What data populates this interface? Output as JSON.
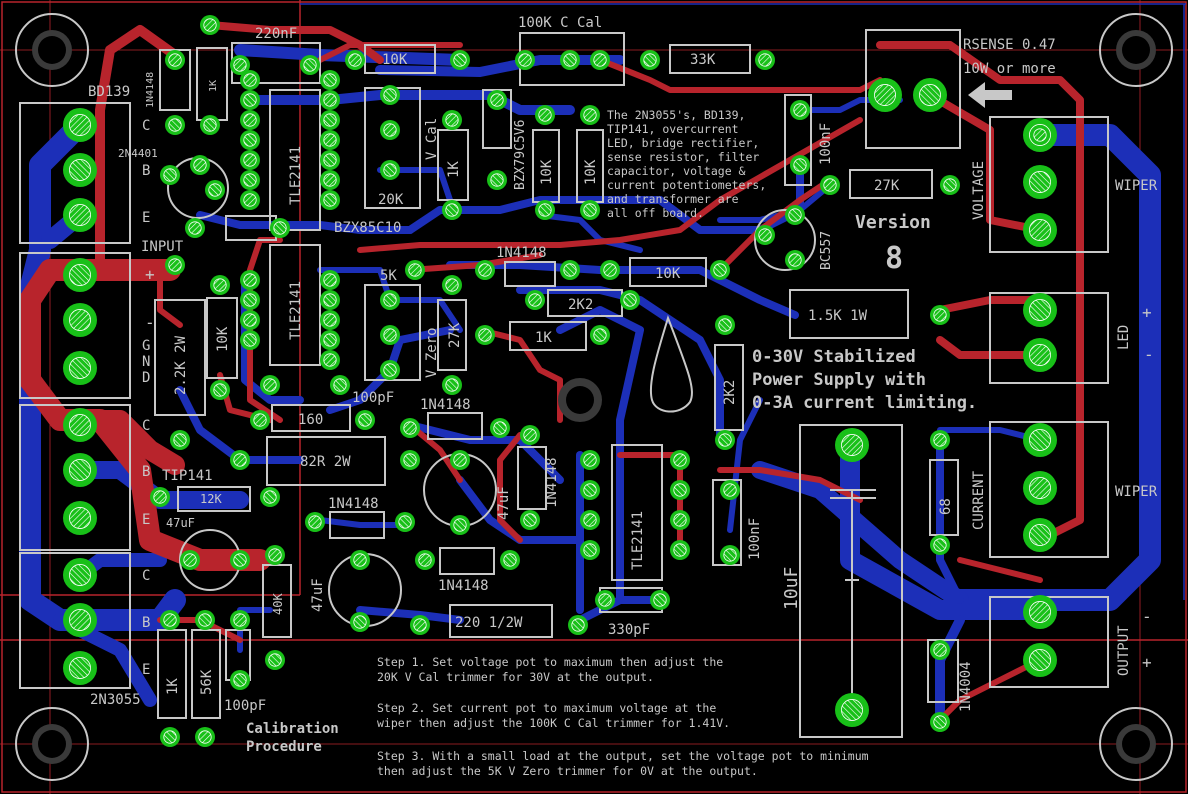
{
  "board": {
    "background": "#000000",
    "colors": {
      "top_copper": "#b8242c",
      "bottom_copper": "#1c2fb8",
      "silkscreen": "#c8c8c8",
      "pad": "#18c018",
      "pad_hatch": "#ffffff"
    }
  },
  "labels": {
    "bd139": "BD139",
    "in4148_v": "1N4148",
    "r1k_v": "1K",
    "c220nf": "220nF",
    "r10k_top": "10K",
    "ccal": "100K C Cal",
    "r33k": "33K",
    "rsense": "RSENSE 0.47",
    "rsense_w": "10W or more",
    "q2n4401": "2N4401",
    "tle_a": "TLE2141",
    "vcal": "V Cal",
    "r1k_b": "1K",
    "r20k": "20K",
    "bzx5v6": "BZX79C5V6",
    "r10k_v": "10K",
    "r10k_v2": "10K",
    "c100nf_top": "100nF",
    "voltage": "VOLTAGE",
    "wiper_top": "WIPER",
    "r27k": "27K",
    "bzx10": "BZX85C10",
    "version": "Version",
    "version_num": "8",
    "bc557": "BC557",
    "input": "INPUT",
    "tle_b": "TLE2141",
    "d1n4148_a": "1N4148",
    "r10k_h": "10K",
    "r2k2_h": "2K2",
    "r5k": "5K",
    "r1_5k": "1.5K 1W",
    "led": "LED",
    "plus": "+",
    "minus": "-",
    "gnd": "GND",
    "r2_2k": "2.2K 2W",
    "r10k_g": "10K",
    "vzero": "V Zero",
    "r27k_b": "27K",
    "r1k_h": "1K",
    "c": "C",
    "b": "B",
    "e": "E",
    "title1": "0-30V Stabilized",
    "title2": "Power Supply with",
    "title3": "0-3A current limiting.",
    "r2k2_v": "2K2",
    "c100pf_mid": "100pF",
    "d1n4148_b": "1N4148",
    "r160": "160",
    "r82": "82R 2W",
    "tip141": "TIP141",
    "r12k": "12K",
    "c47uf": "47uF",
    "c47uf_b": "47uF",
    "d1n4148_c": "1N4148",
    "tle_c": "TLE2141",
    "c100nf_b": "100nF",
    "c10uf": "10uF",
    "r68": "68",
    "current": "CURRENT",
    "wiper_bot": "WIPER",
    "d1n4148_d": "1N4148",
    "d1n4148_e": "1N4148",
    "c47uf_c": "47uF",
    "r40k": "40K",
    "r220": "220 1/2W",
    "c330pf": "330pF",
    "d1n4004": "1N4004",
    "output": "OUTPUT",
    "q2n3055": "2N3055",
    "r1k_c": "1K",
    "r56k": "56K",
    "c100pf_b": "100pF",
    "cal_title1": "Calibration",
    "cal_title2": "Procedure"
  },
  "note": [
    "The 2N3055's, BD139,",
    "TIP141, overcurrent",
    "LED, bridge rectifier,",
    "sense resistor, filter",
    "capacitor, voltage &",
    "current potentiometers,",
    "and transformer are",
    "all off board."
  ],
  "calibration": [
    "Step 1. Set voltage pot to maximum then adjust the",
    "20K V Cal trimmer for 30V at the output.",
    "Step 2. Set current pot to maximum voltage at the",
    "wiper then adjust the 100K C Cal trimmer for 1.41V.",
    "Step 3. With a small load at the output, set the voltage pot to minimum",
    "then adjust the 5K V Zero trimmer for 0V at the output."
  ]
}
